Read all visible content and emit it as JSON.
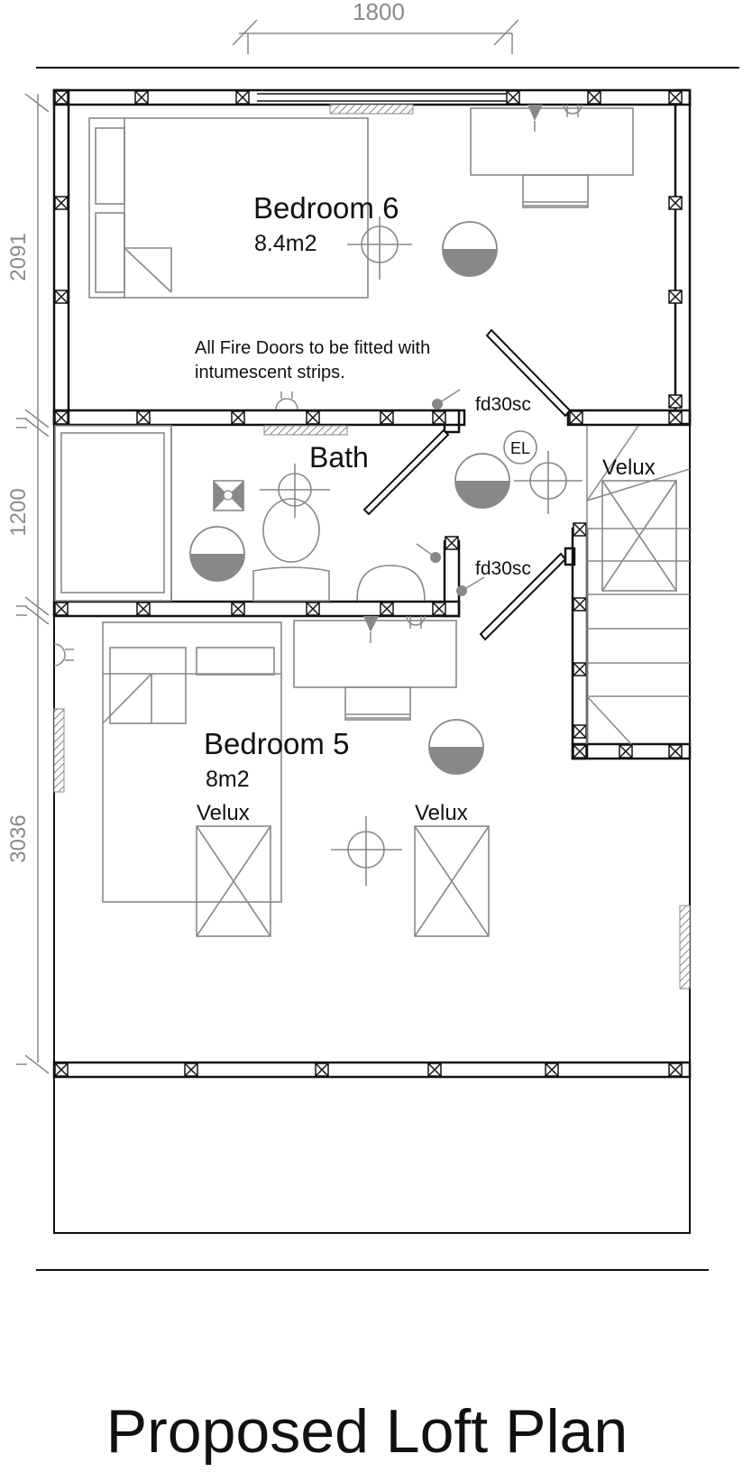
{
  "title": "Proposed Loft Plan",
  "dimensions": {
    "top": "1800",
    "left_1": "2091",
    "left_2": "1200",
    "left_3": "3036"
  },
  "rooms": {
    "bedroom6": {
      "name": "Bedroom 6",
      "area": "8.4m2"
    },
    "bath": {
      "name": "Bath"
    },
    "bedroom5": {
      "name": "Bedroom 5",
      "area": "8m2"
    }
  },
  "note": {
    "line1": "All Fire Doors to be fitted with",
    "line2": "intumescent strips."
  },
  "doors": {
    "upper": "fd30sc",
    "lower": "fd30sc"
  },
  "emergency_light": "EL",
  "velux": {
    "stair": "Velux",
    "bed5_left": "Velux",
    "bed5_right": "Velux"
  },
  "colors": {
    "wall": "#111111",
    "fixture": "#8a8a8a",
    "fill": "#8a8a8a"
  }
}
